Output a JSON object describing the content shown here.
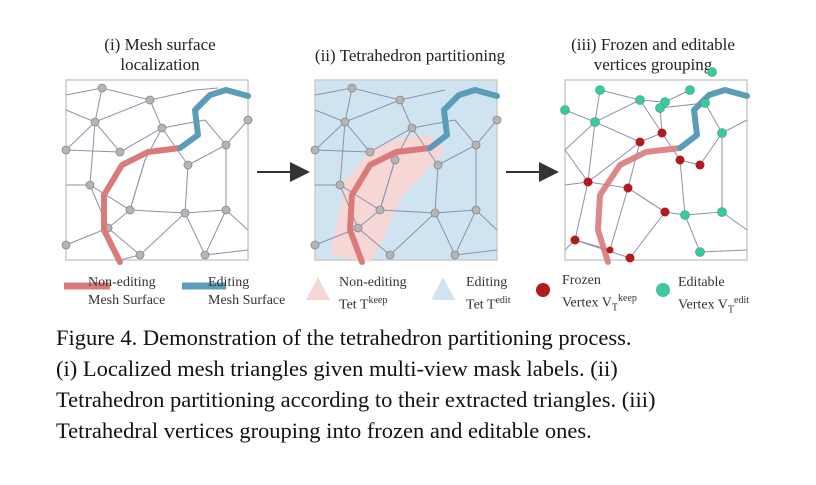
{
  "panels": [
    {
      "title_line1": "(i) Mesh surface",
      "title_line2": "localization"
    },
    {
      "title_line1": "(ii) Tetrahedron partitioning",
      "title_line2": ""
    },
    {
      "title_line1": "(iii) Frozen and editable",
      "title_line2": "vertices grouping"
    }
  ],
  "legend": {
    "non_editing_line1": "Non-editing",
    "non_editing_line2": "Mesh Surface",
    "editing_line1": "Editing",
    "editing_line2": "Mesh Surface",
    "nonedit_tet_line1": "Non-editing",
    "nonedit_tet_line2_prefix": "Tet T",
    "nonedit_tet_sup": "keep",
    "edit_tet_line1": "Editing",
    "edit_tet_line2_prefix": "Tet T",
    "edit_tet_sup": "edit",
    "frozen_line1": "Frozen",
    "frozen_line2_prefix": "Vertex V",
    "frozen_sup": "keep",
    "frozen_sub": "T",
    "editable_line1": "Editable",
    "editable_line2_prefix": "Vertex V",
    "editable_sup": "edit",
    "editable_sub": "T"
  },
  "caption": {
    "line1": "Figure 4.  Demonstration of the tetrahedron partitioning process.",
    "line2": "(i) Localized mesh triangles given multi-view mask labels.  (ii)",
    "line3": "Tetrahedron partitioning according to their extracted triangles. (iii)",
    "line4": "Tetrahedral vertices grouping into frozen and editable ones."
  },
  "colors": {
    "non_editing_surface": "#d97b7b",
    "editing_surface": "#5b9db8",
    "non_editing_tet": "#f7d6d6",
    "editing_tet": "#cfe4f0",
    "frozen_vertex": "#b01c1c",
    "editable_vertex": "#3cc9a0",
    "mesh_line": "#8a93a8",
    "mesh_node": "#b5b5b5",
    "arrow": "#333333"
  }
}
